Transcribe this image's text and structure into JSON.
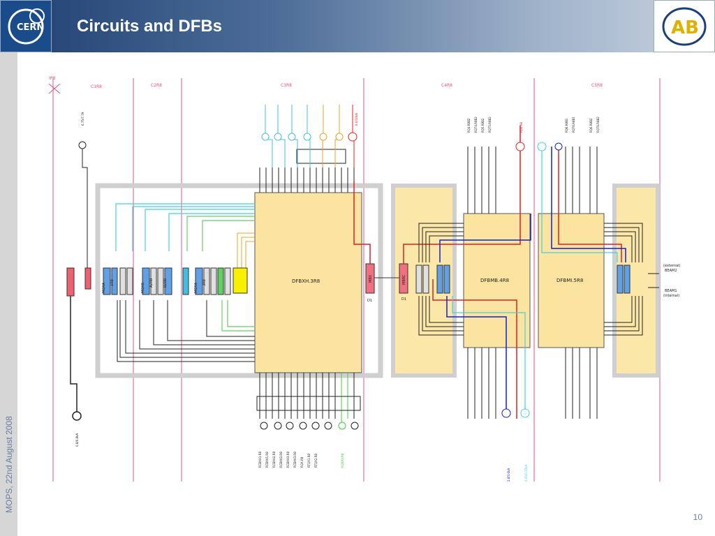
{
  "header": {
    "title": "Circuits and DFBs"
  },
  "logos": {
    "cern": "CERN",
    "abp": "AB"
  },
  "footer": {
    "side_text": "MOPS, 22nd August 2008",
    "page_number": "10"
  },
  "diagram": {
    "ip_label": "IP8",
    "sections": [
      "C1R8",
      "C2R8",
      "C3R8",
      "C4R8",
      "C5R8"
    ],
    "dfbs": [
      "DFBXH.3R8",
      "DFBMB.4R8",
      "DFBMI.5R8"
    ],
    "magnets": [
      "MQXA",
      "1R8",
      "MQXB",
      "A2R8",
      "B2R8",
      "MQXA",
      "3R8",
      "MBX",
      "MBRC"
    ],
    "d_labels": [
      "D1",
      "D1"
    ],
    "beam_labels": [
      "(external)",
      "BEAM2",
      "BEAM1",
      "(internal)"
    ],
    "circuit_top_right": [
      "RQ4.R8B2",
      "RQT4.R8B2",
      "RQ5.R8B2",
      "RQT5.R8B2",
      "RD2.R8",
      "RQ6.R8B1",
      "RQT6.R8B1",
      "RQ6.R8B2",
      "RQT6.R8B2"
    ],
    "circuit_bottom": [
      "RCBXH1.R8",
      "RCBXV1.R8",
      "RCBXH2.R8",
      "RCBXV2.R8",
      "RCBXH3.R8",
      "RCBXV3.R8",
      "RQX.R8",
      "RTQX1.R8",
      "RTQX2.R8",
      "RQSX3.R8"
    ],
    "currents": [
      "6.75/7.7A",
      "6.0/16kA",
      "2.8/3.6kA",
      "0.55/0.55kA",
      "0.8/0.8kA"
    ]
  }
}
